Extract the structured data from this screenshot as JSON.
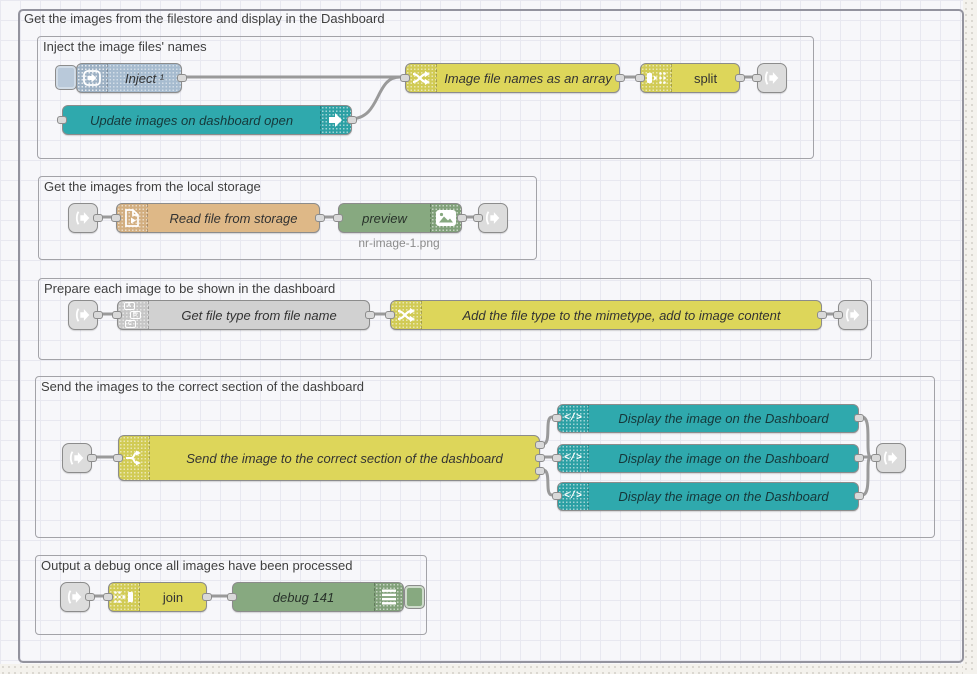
{
  "outer_group": {
    "label": "Get the images from the filestore and display in the Dashboard"
  },
  "groups": {
    "inject": {
      "label": "Inject the image files' names"
    },
    "storage": {
      "label": "Get the images from the local storage"
    },
    "prepare": {
      "label": "Prepare each image to be shown in the dashboard"
    },
    "send": {
      "label": "Send the images to the correct section of the dashboard"
    },
    "debug": {
      "label": "Output a debug once all images have been processed"
    }
  },
  "nodes": {
    "inject": {
      "label": "Inject ¹"
    },
    "update": {
      "label": "Update images on dashboard open"
    },
    "filenames_fn": {
      "label": "Image file names as an array"
    },
    "split": {
      "label": "split"
    },
    "read_file": {
      "label": "Read file from storage"
    },
    "preview": {
      "label": "preview",
      "status": "nr-image-1.png"
    },
    "get_file_type": {
      "label": "Get file type from file name"
    },
    "mimetype_fn": {
      "label": "Add the file type to the mimetype, add to image content"
    },
    "switch": {
      "label": "Send the image to the correct section of the dashboard"
    },
    "display1": {
      "label": "Display the image on the Dashboard"
    },
    "display2": {
      "label": "Display the image on the Dashboard"
    },
    "display3": {
      "label": "Display the image on the Dashboard"
    },
    "join": {
      "label": "join"
    },
    "debug": {
      "label": "debug 141"
    }
  },
  "icons": {
    "abc": {
      "a": "A",
      "b": "B",
      "c": "C"
    },
    "template_glyph": "</>"
  },
  "colors": {
    "inject_node": "#a6bbcf",
    "function_node": "#ddd65a",
    "dashboard_teal": "#2fa9ad",
    "file_node": "#deb887",
    "debug_green": "#87a980",
    "gray_node": "#d1d1d1",
    "link_node": "#dcdcdc",
    "wire": "#9a9a9a"
  }
}
